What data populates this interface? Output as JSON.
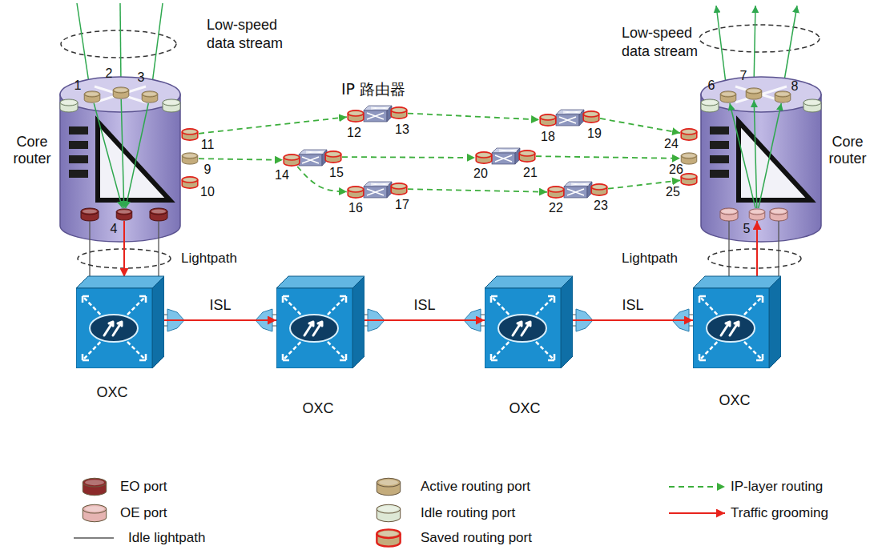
{
  "diagram": {
    "nodes": [
      {
        "text": [
          "Core router"
        ]
      },
      {
        "text": [
          "Core router"
        ]
      },
      {
        "text": [
          "1"
        ]
      },
      {
        "text": [
          "2"
        ]
      },
      {
        "text": [
          "3"
        ]
      },
      {
        "text": [
          "4"
        ]
      },
      {
        "text": [
          "5"
        ]
      },
      {
        "text": [
          "6"
        ]
      },
      {
        "text": [
          "7"
        ]
      },
      {
        "text": [
          "8"
        ]
      },
      {
        "text": [
          "9"
        ]
      },
      {
        "text": [
          "10"
        ]
      },
      {
        "text": [
          "11"
        ]
      },
      {
        "text": [
          "12"
        ]
      },
      {
        "text": [
          "13"
        ]
      },
      {
        "text": [
          "14"
        ]
      },
      {
        "text": [
          "15"
        ]
      },
      {
        "text": [
          "16"
        ]
      },
      {
        "text": [
          "17"
        ]
      },
      {
        "text": [
          "18"
        ]
      },
      {
        "text": [
          "19"
        ]
      },
      {
        "text": [
          "20"
        ]
      },
      {
        "text": [
          "21"
        ]
      },
      {
        "text": [
          "22"
        ]
      },
      {
        "text": [
          "23"
        ]
      },
      {
        "text": [
          "24"
        ]
      },
      {
        "text": [
          "25"
        ]
      },
      {
        "text": [
          "26"
        ]
      },
      {
        "text": [
          "OXC"
        ]
      },
      {
        "text": [
          "OXC"
        ]
      },
      {
        "text": [
          "OXC"
        ]
      },
      {
        "text": [
          "OXC"
        ]
      }
    ],
    "edges": [
      {
        "from": 2,
        "to": 5,
        "arrow": "to"
      },
      {
        "from": 3,
        "to": 5,
        "arrow": "to"
      },
      {
        "from": 4,
        "to": 5,
        "arrow": "to"
      },
      {
        "from": 5,
        "to": 28,
        "arrow": "to"
      },
      {
        "from": 28,
        "to": 29,
        "label": "ISL",
        "arrow": "to"
      },
      {
        "from": 29,
        "to": 30,
        "label": "ISL",
        "arrow": "to"
      },
      {
        "from": 30,
        "to": 31,
        "label": "ISL",
        "arrow": "to"
      },
      {
        "from": 31,
        "to": 6,
        "arrow": "to"
      },
      {
        "from": 6,
        "to": 7,
        "arrow": "to"
      },
      {
        "from": 6,
        "to": 8,
        "arrow": "to"
      },
      {
        "from": 6,
        "to": 9,
        "arrow": "to"
      },
      {
        "from": 12,
        "to": 13,
        "arrow": "to"
      },
      {
        "from": 14,
        "to": 19,
        "arrow": "to"
      },
      {
        "from": 20,
        "to": 25,
        "arrow": "to"
      },
      {
        "from": 10,
        "to": 15,
        "arrow": "to"
      },
      {
        "from": 16,
        "to": 21,
        "arrow": "to"
      },
      {
        "from": 22,
        "to": 27,
        "arrow": "to"
      },
      {
        "from": 15,
        "to": 17,
        "arrow": "to"
      },
      {
        "from": 18,
        "to": 23,
        "arrow": "to"
      },
      {
        "from": 24,
        "to": 26,
        "arrow": "to"
      }
    ],
    "labels": [
      "Low-speed data stream",
      "Low-speed data stream",
      "IP 路由器",
      "Lightpath",
      "Lightpath"
    ],
    "legend": [
      {
        "text": "EO port",
        "color": "#8b2a2a"
      },
      {
        "text": "OE port",
        "color": "#e6b4b2"
      },
      {
        "text": "Idle lightpath"
      },
      {
        "text": "Active routing port",
        "color": "#c4ac7c"
      },
      {
        "text": "Idle routing port",
        "color": "#dde8d5"
      },
      {
        "text": "Saved routing port",
        "color": "#c4ac7c"
      },
      {
        "text": "IP-layer routing"
      },
      {
        "text": "Traffic grooming"
      }
    ]
  }
}
